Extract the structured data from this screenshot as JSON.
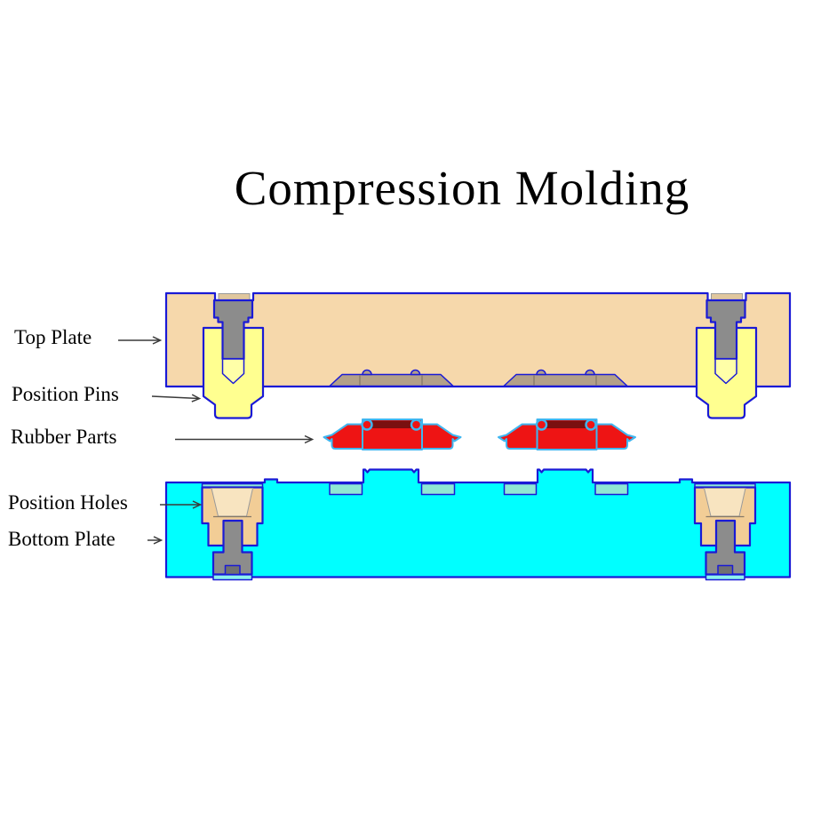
{
  "title": "Compression Molding",
  "labels": {
    "top_plate": "Top Plate",
    "position_pins": "Position Pins",
    "rubber_parts": "Rubber Parts",
    "position_holes": "Position Holes",
    "bottom_plate": "Bottom Plate"
  },
  "diagram_parts": {
    "top_plate": "Top mold plate with two mold cavities",
    "position_pins": "Two spring-loaded position pins in yellow bushings",
    "rubber_parts": "Two molded rubber parts between the plates",
    "position_holes": "Two tapered position holes in the bottom plate",
    "bottom_plate": "Bottom mold plate with two core plateaus"
  },
  "colors": {
    "outline_blue": "#1a1ad6",
    "top_plate_fill": "#f6d8ab",
    "cap_tan": "#e0c79e",
    "cavity_gray_tan": "#b3a089",
    "pin_bushing_yellow": "#ffff90",
    "pin_gray": "#8c8c8c",
    "pin_tip_yellow": "#ffffa8",
    "pin_notch_gray": "#707070",
    "pin_under_strip": "#8df2ee",
    "bottom_plate_cyan": "#00ffff",
    "recess_teal": "#8fe8d4",
    "bushing_tan": "#f2cd96",
    "hole_light_tan": "#f8e4c0",
    "rubber_red": "#ee1414",
    "rubber_dark_red": "#7a1010",
    "rubber_outline": "#3fb6f0",
    "arrow_color": "#3a3a3a",
    "text_color": "#000000",
    "background": "#ffffff"
  }
}
